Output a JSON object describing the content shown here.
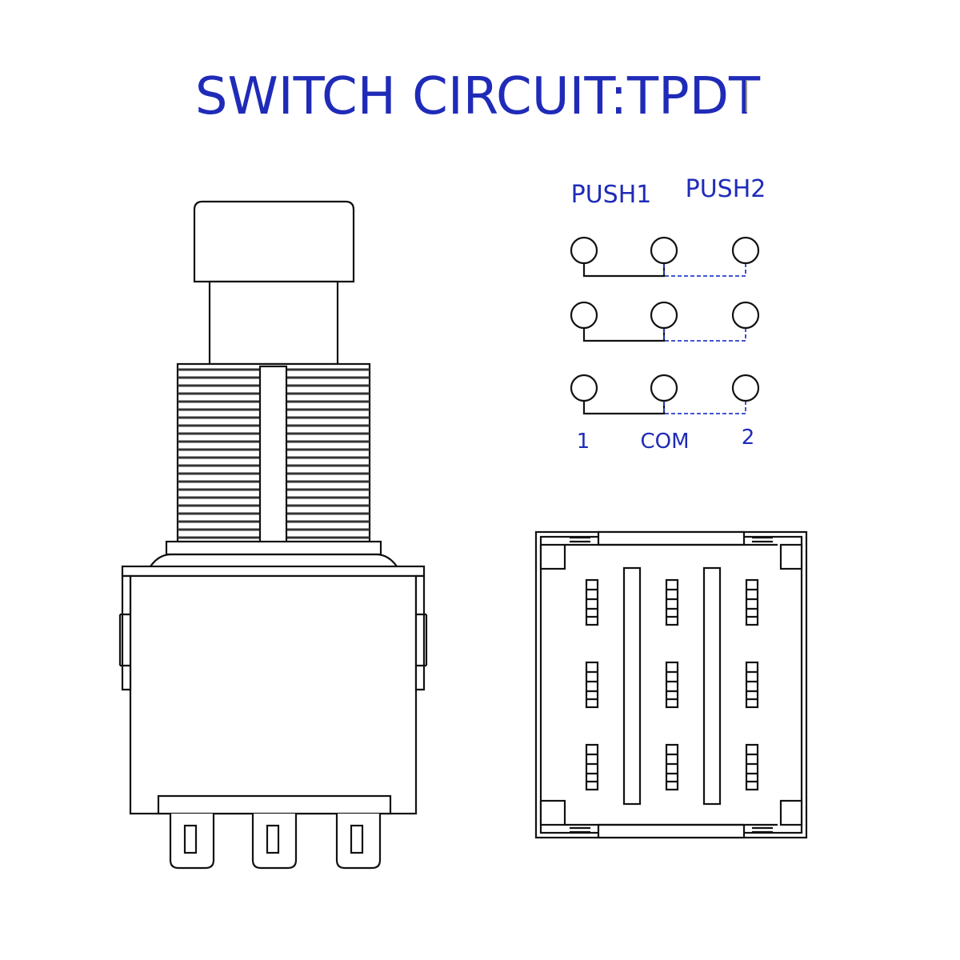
{
  "title": "SWITCH CIRCUIT:TPDT",
  "circuit": {
    "positions": [
      "PUSH1",
      "PUSH2"
    ],
    "terminals": [
      "1",
      "COM",
      "2"
    ],
    "poles": 3
  },
  "colors": {
    "text_accent": "#1f2bb8",
    "line": "#111111",
    "dashed_link": "#2a3fc7",
    "background": "#ffffff"
  }
}
